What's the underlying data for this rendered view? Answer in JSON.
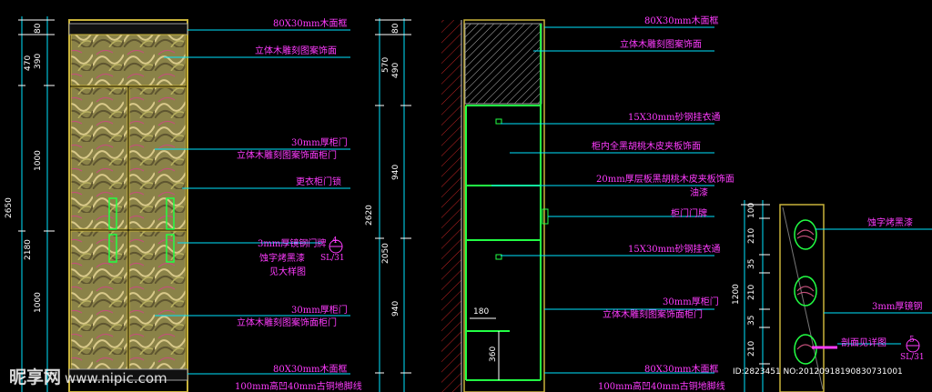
{
  "panel1": {
    "labels": [
      {
        "id": "l1",
        "text": "80X30mm木面框"
      },
      {
        "id": "l2",
        "text": "立体木雕刻图案饰面"
      },
      {
        "id": "l3a",
        "text": "30mm厚柜门"
      },
      {
        "id": "l3b",
        "text": "立体木雕刻图案饰面柜门"
      },
      {
        "id": "l4",
        "text": "更衣柜门锁"
      },
      {
        "id": "l5a",
        "text": "3mm厚镜钢门牌"
      },
      {
        "id": "l5b",
        "text": "蚀字烤黑漆"
      },
      {
        "id": "l5c",
        "text": "见大样图"
      },
      {
        "id": "l6a",
        "text": "30mm厚柜门"
      },
      {
        "id": "l6b",
        "text": "立体木雕刻图案饰面柜门"
      },
      {
        "id": "l7",
        "text": "80X30mm木面框"
      },
      {
        "id": "l8",
        "text": "100mm高凹40mm古铜地脚线"
      }
    ],
    "callout": {
      "number": "4",
      "sheet": "SL/31"
    },
    "dims": [
      "80",
      "470",
      "390",
      "1000",
      "2180",
      "2650",
      "1000"
    ]
  },
  "panel2": {
    "labels": [
      {
        "id": "m1",
        "text": "80X30mm木面框"
      },
      {
        "id": "m2",
        "text": "立体木雕刻图案饰面"
      },
      {
        "id": "m3",
        "text": "15X30mm砂钢挂衣通"
      },
      {
        "id": "m4",
        "text": "柜内全黑胡桃木皮夹板饰面"
      },
      {
        "id": "m5a",
        "text": "20mm厚层板黑胡桃木皮夹板饰面"
      },
      {
        "id": "m5b",
        "text": "油漆"
      },
      {
        "id": "m6",
        "text": "柜门门牌"
      },
      {
        "id": "m7",
        "text": "15X30mm砂钢挂衣通"
      },
      {
        "id": "m8a",
        "text": "30mm厚柜门"
      },
      {
        "id": "m8b",
        "text": "立体木雕刻图案饰面柜门"
      },
      {
        "id": "m9",
        "text": "80X30mm木面框"
      },
      {
        "id": "m10",
        "text": "100mm高凹40mm古铜地脚线"
      }
    ],
    "dims": [
      "80",
      "570",
      "490",
      "940",
      "2620",
      "2050",
      "940",
      "180",
      "360"
    ]
  },
  "panel3": {
    "labels": [
      {
        "id": "n1",
        "text": "蚀字烤黑漆"
      },
      {
        "id": "n2",
        "text": "3mm厚镜钢"
      },
      {
        "id": "n3",
        "text": "剖面见详图"
      }
    ],
    "callout": {
      "number": "5",
      "sheet": "SL/31"
    },
    "dims": [
      "100",
      "210",
      "35",
      "210",
      "35",
      "210",
      "1200"
    ]
  },
  "watermark": {
    "brand": "昵享网",
    "url": "www.nipic.com"
  },
  "image_id": "ID:2823451 NO:20120918190830731001",
  "colors": {
    "leader": "#00e5ff",
    "label": "#ff3cff",
    "dim": "#ffffff",
    "frame": "#c8b23a",
    "green": "#22ff44"
  }
}
